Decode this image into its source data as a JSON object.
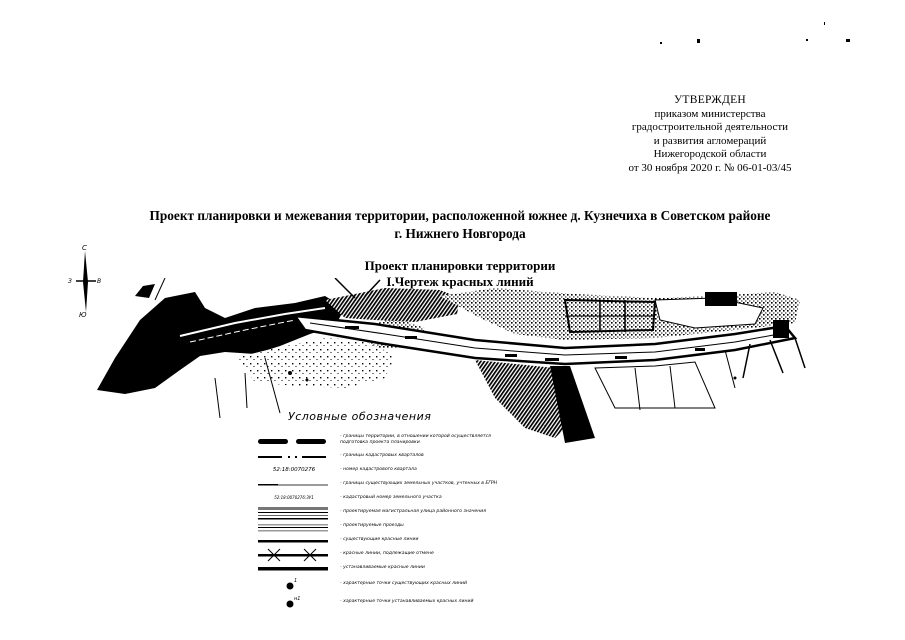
{
  "approval": {
    "title": "УТВЕРЖДЕН",
    "lines": [
      "приказом министерства",
      "градостроительной деятельности",
      "и развития агломераций",
      "Нижегородской области",
      "от 30 ноября 2020 г. № 06-01-03/45"
    ]
  },
  "document": {
    "title_line1": "Проект планировки и межевания территории, расположенной южнее д. Кузнечиха в Советском районе",
    "title_line2": "г. Нижнего Новгорода",
    "subtitle_line1": "Проект планировки территории",
    "subtitle_line2": "I.Чертеж красных линий"
  },
  "compass": {
    "north": "С",
    "south": "Ю",
    "west": "З",
    "east": "В",
    "icon": "north-arrow-icon"
  },
  "legend": {
    "title": "Условные обозначения",
    "items": [
      {
        "symbol": "thick-dashed-line",
        "text": "- границы территории, в отношении которой осуществляется подготовка проекта планировки"
      },
      {
        "symbol": "dash-dot-line",
        "text": "- границы кадастровых кварталов"
      },
      {
        "symbol": "label",
        "symbol_label": "52:18:0070276",
        "text": "- номер кадастрового квартала"
      },
      {
        "symbol": "thin-gray-line",
        "text": "- границы существующих земельных участков, учтенных в ЕГРН"
      },
      {
        "symbol": "label",
        "symbol_label": "52:18:0070276:ЗУ1",
        "text": "- кадастровый номер земельного участка"
      },
      {
        "symbol": "multi-line",
        "text": "- проектируемая магистральная улица районного значения"
      },
      {
        "symbol": "double-line",
        "text": "- проектируемые проезды"
      },
      {
        "symbol": "solid-line",
        "text": "- существующие красные линии"
      },
      {
        "symbol": "crossed-line",
        "text": "- красные линии, подлежащие отмене"
      },
      {
        "symbol": "bold-line",
        "text": "- устанавливаемые красные линии"
      },
      {
        "symbol": "point",
        "symbol_label": "1",
        "text": "- характерные точки существующих красных линий"
      },
      {
        "symbol": "point",
        "symbol_label": "н1",
        "text": "- характерные точки устанавливаемых красных линий"
      }
    ]
  },
  "colors": {
    "ink": "#000000",
    "paper": "#ffffff",
    "gray_line": "#9a9a9a"
  }
}
